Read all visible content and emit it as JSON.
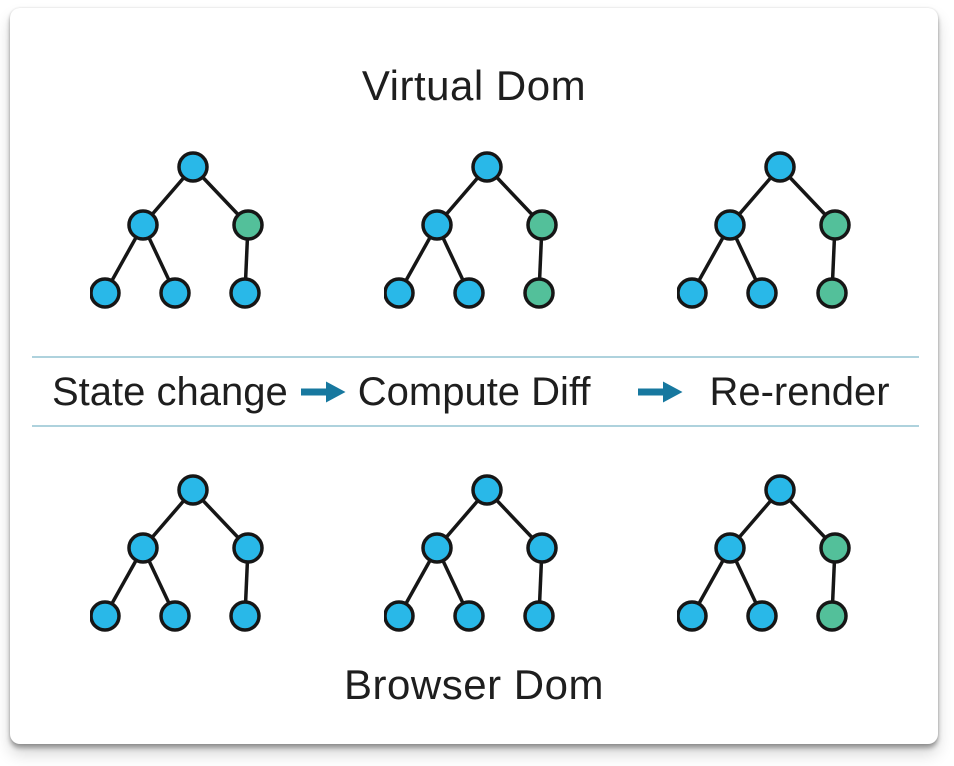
{
  "titles": {
    "top": "Virtual Dom",
    "bottom": "Browser Dom"
  },
  "process": {
    "steps": [
      "State change",
      "Compute Diff",
      "Re-render"
    ]
  },
  "colors": {
    "blue": "#29b8e8",
    "green": "#53c09a",
    "node_stroke": "#161616",
    "edge": "#161616",
    "divider": "#aed2dd",
    "arrow": "#17789f",
    "text": "#1e1e1e"
  },
  "trees": {
    "top": [
      {
        "name": "virtual-dom-tree-1",
        "node_colors": [
          "blue",
          "blue",
          "green",
          "blue",
          "blue",
          "blue"
        ]
      },
      {
        "name": "virtual-dom-tree-2",
        "node_colors": [
          "blue",
          "blue",
          "green",
          "blue",
          "blue",
          "green"
        ]
      },
      {
        "name": "virtual-dom-tree-3",
        "node_colors": [
          "blue",
          "blue",
          "green",
          "blue",
          "blue",
          "green"
        ]
      }
    ],
    "bottom": [
      {
        "name": "browser-dom-tree-1",
        "node_colors": [
          "blue",
          "blue",
          "blue",
          "blue",
          "blue",
          "blue"
        ]
      },
      {
        "name": "browser-dom-tree-2",
        "node_colors": [
          "blue",
          "blue",
          "blue",
          "blue",
          "blue",
          "blue"
        ]
      },
      {
        "name": "browser-dom-tree-3",
        "node_colors": [
          "blue",
          "blue",
          "green",
          "blue",
          "blue",
          "green"
        ]
      }
    ]
  }
}
